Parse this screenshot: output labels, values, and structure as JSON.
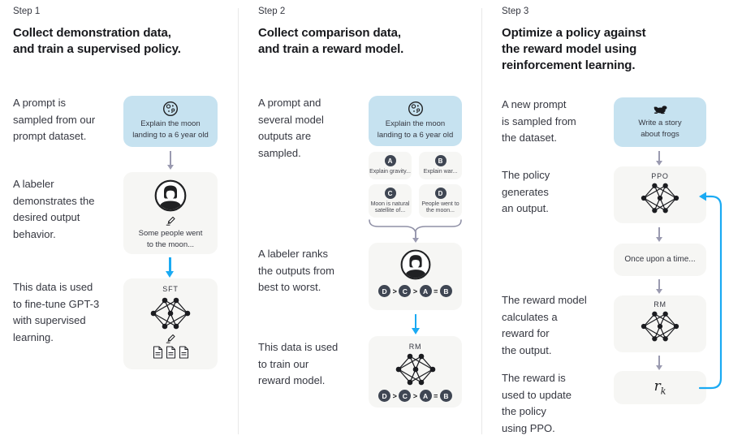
{
  "colors": {
    "prompt_box": "#c6e2f0",
    "model_box": "#f6f6f4",
    "badge": "#3f4653",
    "arrow_gray": "#9a9ab0",
    "arrow_blue": "#1aaaf3",
    "divider": "#e8e8e8",
    "text_primary": "#202123",
    "text_secondary": "#353740"
  },
  "columns": [
    {
      "step_label": "Step 1",
      "heading": "Collect demonstration data,\nand train a supervised policy.",
      "captions": [
        "A prompt is\nsampled from our\nprompt dataset.",
        "A labeler\ndemonstrates the\ndesired output\nbehavior.",
        "This data is used\nto fine-tune GPT-3\nwith supervised\nlearning."
      ],
      "prompt_text": "Explain the moon\nlanding to a 6 year old",
      "labeler_text": "Some people went\nto the moon...",
      "model_label": "SFT"
    },
    {
      "step_label": "Step 2",
      "heading": "Collect comparison data,\nand train a reward model.",
      "captions": [
        "A prompt and\nseveral model\noutputs are\nsampled.",
        "A labeler ranks\nthe outputs from\nbest to worst.",
        "This data is used\nto train our\nreward model."
      ],
      "prompt_text": "Explain the moon\nlanding to a 6 year old",
      "outputs": [
        {
          "letter": "A",
          "text": "Explain gravity..."
        },
        {
          "letter": "B",
          "text": "Explain war..."
        },
        {
          "letter": "C",
          "text": "Moon is natural\nsatellite of..."
        },
        {
          "letter": "D",
          "text": "People went to\nthe moon..."
        }
      ],
      "ranking": {
        "badges": [
          "D",
          "C",
          "A",
          "B"
        ],
        "ops": [
          ">",
          ">",
          "="
        ]
      },
      "model_label": "RM"
    },
    {
      "step_label": "Step 3",
      "heading": "Optimize a policy against\nthe reward model using\nreinforcement learning.",
      "captions": [
        "A new prompt\nis sampled from\nthe dataset.",
        "The policy\ngenerates\nan output.",
        "The reward model\ncalculates a\nreward for\nthe output.",
        "The reward is\nused to update\nthe policy\nusing PPO."
      ],
      "prompt_text": "Write a story\nabout frogs",
      "policy_label": "PPO",
      "output_text": "Once upon a time...",
      "model_label": "RM",
      "reward": {
        "base": "r",
        "sub": "k"
      }
    }
  ]
}
